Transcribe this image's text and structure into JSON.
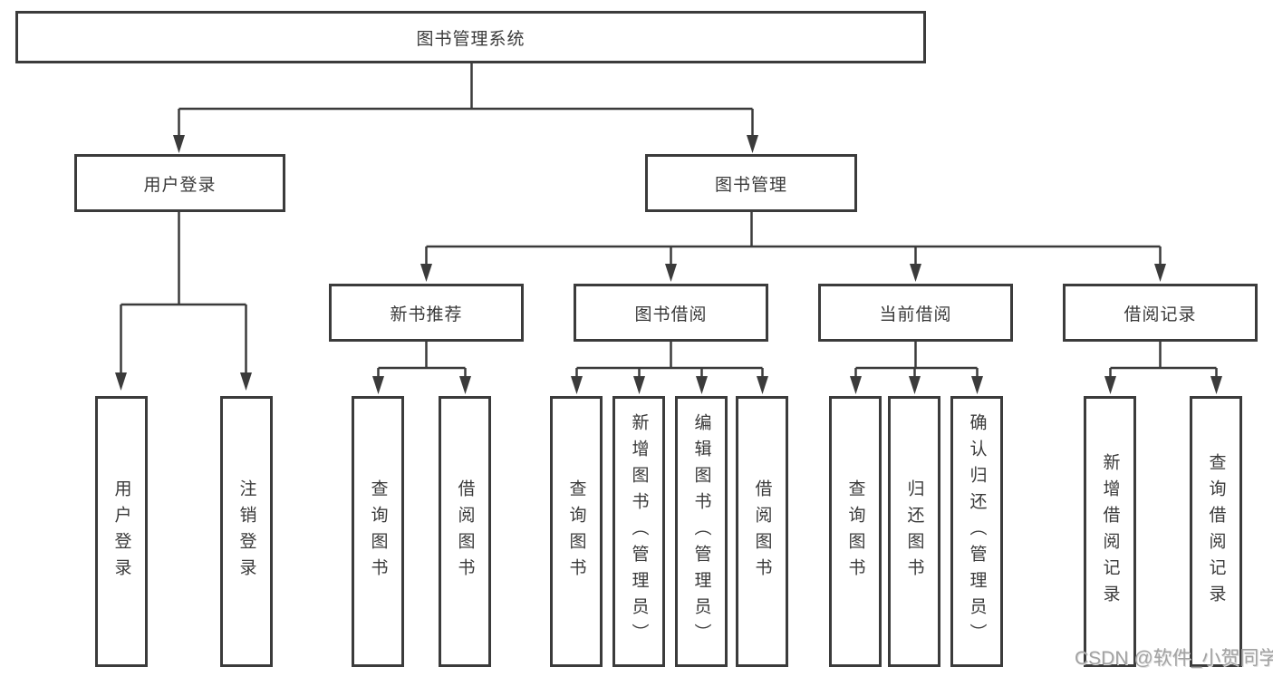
{
  "diagram": {
    "title": "图书管理系统",
    "type": "tree",
    "colors": {
      "line": "#3b3b3b",
      "box_border": "#3b3b3b",
      "text": "#3a3a3a",
      "background": "#ffffff",
      "watermark": "#a2a2a2"
    },
    "nodes": {
      "root": {
        "label": "图书管理系统"
      },
      "user_login": {
        "label": "用户登录"
      },
      "book_mgmt": {
        "label": "图书管理"
      },
      "login_do": {
        "label": "用户登录"
      },
      "logout": {
        "label": "注销登录"
      },
      "new_book_rec": {
        "label": "新书推荐"
      },
      "book_borrow": {
        "label": "图书借阅"
      },
      "current_borrow": {
        "label": "当前借阅"
      },
      "borrow_records": {
        "label": "借阅记录"
      },
      "nbr_query": {
        "label": "查询图书"
      },
      "nbr_borrow": {
        "label": "借阅图书"
      },
      "bb_query": {
        "label": "查询图书"
      },
      "bb_add": {
        "label": "新增图书（管理员）"
      },
      "bb_edit": {
        "label": "编辑图书（管理员）"
      },
      "bb_borrow": {
        "label": "借阅图书"
      },
      "cb_query": {
        "label": "查询图书"
      },
      "cb_return": {
        "label": "归还图书"
      },
      "cb_confirm": {
        "label": "确认归还（管理员）"
      },
      "br_add": {
        "label": "新增借阅记录"
      },
      "br_query": {
        "label": "查询借阅记录"
      }
    },
    "edges": [
      [
        "root",
        "user_login"
      ],
      [
        "root",
        "book_mgmt"
      ],
      [
        "user_login",
        "login_do"
      ],
      [
        "user_login",
        "logout"
      ],
      [
        "book_mgmt",
        "new_book_rec"
      ],
      [
        "book_mgmt",
        "book_borrow"
      ],
      [
        "book_mgmt",
        "current_borrow"
      ],
      [
        "book_mgmt",
        "borrow_records"
      ],
      [
        "new_book_rec",
        "nbr_query"
      ],
      [
        "new_book_rec",
        "nbr_borrow"
      ],
      [
        "book_borrow",
        "bb_query"
      ],
      [
        "book_borrow",
        "bb_add"
      ],
      [
        "book_borrow",
        "bb_edit"
      ],
      [
        "book_borrow",
        "bb_borrow"
      ],
      [
        "current_borrow",
        "cb_query"
      ],
      [
        "current_borrow",
        "cb_return"
      ],
      [
        "current_borrow",
        "cb_confirm"
      ],
      [
        "borrow_records",
        "br_add"
      ],
      [
        "borrow_records",
        "br_query"
      ]
    ]
  },
  "watermark": {
    "text": "CSDN @软件_小贺同学"
  }
}
